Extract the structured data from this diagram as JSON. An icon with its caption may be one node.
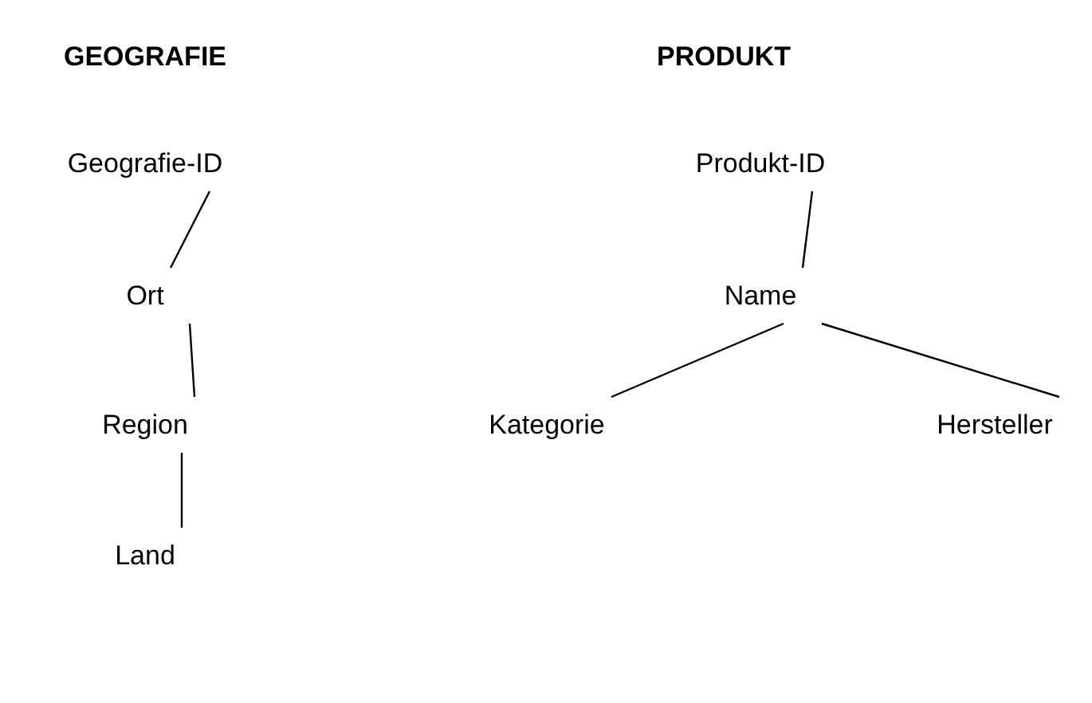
{
  "diagram": {
    "nodes": [
      {
        "text": [
          "Geografie-ID"
        ]
      },
      {
        "text": [
          "Ort"
        ]
      },
      {
        "text": [
          "Region"
        ]
      },
      {
        "text": [
          "Land"
        ]
      },
      {
        "text": [
          "Produkt-ID"
        ]
      },
      {
        "text": [
          "Name"
        ]
      },
      {
        "text": [
          "Kategorie"
        ]
      },
      {
        "text": [
          "Hersteller"
        ]
      }
    ],
    "edges": [
      {
        "from": 0,
        "to": 1,
        "arrow": "none"
      },
      {
        "from": 1,
        "to": 2,
        "arrow": "none"
      },
      {
        "from": 2,
        "to": 3,
        "arrow": "none"
      },
      {
        "from": 4,
        "to": 5,
        "arrow": "none"
      },
      {
        "from": 5,
        "to": 6,
        "arrow": "none"
      },
      {
        "from": 5,
        "to": 7,
        "arrow": "none"
      }
    ],
    "labels": [
      "GEOGRAFIE",
      "PRODUKT"
    ]
  }
}
